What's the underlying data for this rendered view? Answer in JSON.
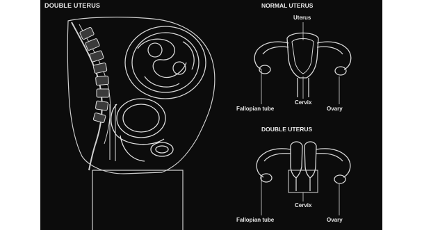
{
  "figure": {
    "title": "DOUBLE UTERUS"
  },
  "normal_panel": {
    "title": "NORMAL UTERUS",
    "labels": {
      "uterus": "Uterus",
      "cervix": "Cervix",
      "fallopian_tube": "Fallopian tube",
      "ovary": "Ovary"
    }
  },
  "double_panel": {
    "title": "DOUBLE UTERUS",
    "labels": {
      "cervix": "Cervix",
      "fallopian_tube": "Fallopian tube",
      "ovary": "Ovary"
    }
  },
  "colors": {
    "background": "#0c0c0c",
    "line": "#d8d8d8",
    "text": "#e8e8e8"
  }
}
